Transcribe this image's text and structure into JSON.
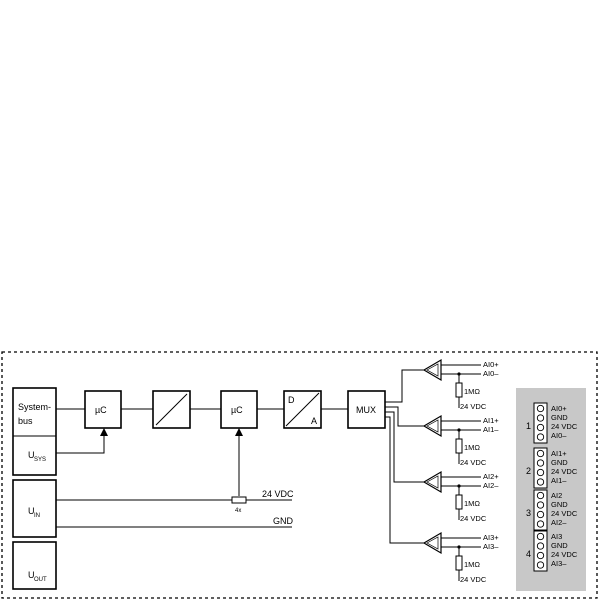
{
  "blocks": {
    "system_bus": "System-\nbus",
    "u_sys": "U",
    "u_sys_sub": "SYS",
    "u_in": "U",
    "u_in_sub": "IN",
    "u_out": "U",
    "u_out_sub": "OUT",
    "uc1": "µC",
    "uc2": "µC",
    "da_d": "D",
    "da_a": "A",
    "mux": "MUX"
  },
  "rails": {
    "vdc": "24 VDC",
    "gnd": "GND",
    "fuse_count": "4x"
  },
  "channels": [
    {
      "plus": "AI0+",
      "minus": "AI0–",
      "resistor": "1MΩ",
      "supply": "24 VDC"
    },
    {
      "plus": "AI1+",
      "minus": "AI1–",
      "resistor": "1MΩ",
      "supply": "24 VDC"
    },
    {
      "plus": "AI2+",
      "minus": "AI2–",
      "resistor": "1MΩ",
      "supply": "24 VDC"
    },
    {
      "plus": "AI3+",
      "minus": "AI3–",
      "resistor": "1MΩ",
      "supply": "24 VDC"
    }
  ],
  "connectors": [
    {
      "number": "1",
      "pins": [
        "AI0+",
        "GND",
        "24 VDC",
        "AI0–"
      ]
    },
    {
      "number": "2",
      "pins": [
        "AI1+",
        "GND",
        "24 VDC",
        "AI1–"
      ]
    },
    {
      "number": "3",
      "pins": [
        "AI2",
        "GND",
        "24 VDC",
        "AI2–"
      ]
    },
    {
      "number": "4",
      "pins": [
        "AI3",
        "GND",
        "24 VDC",
        "AI3–"
      ]
    }
  ]
}
